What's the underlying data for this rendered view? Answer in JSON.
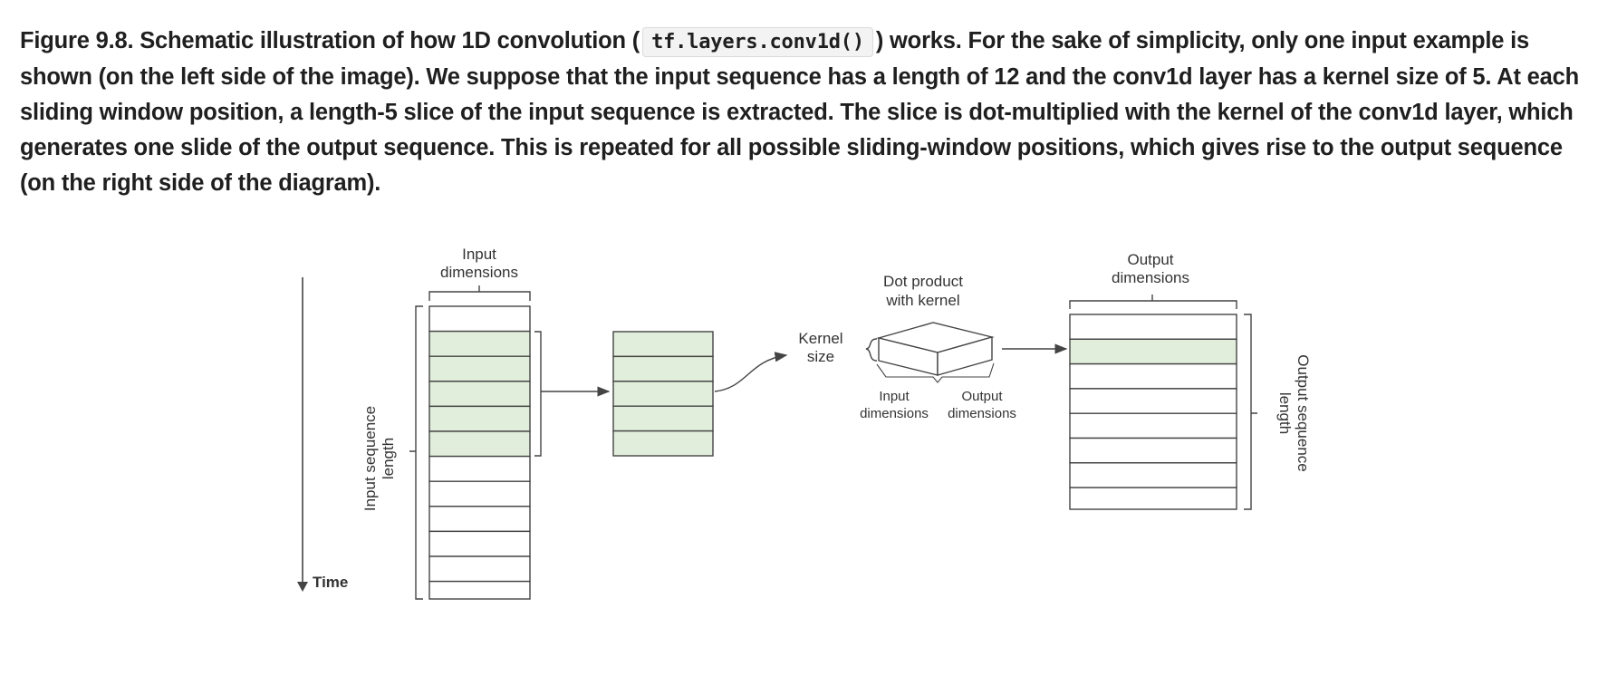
{
  "caption": {
    "prefix": "Figure 9.8. Schematic illustration of how 1D convolution (",
    "code": "tf.layers.conv1d()",
    "suffix": ") works. For the sake of simplicity, only one input example is shown (on the left side of the image). We suppose that the input sequence has a length of 12 and the conv1d layer has a kernel size of 5. At each sliding window position, a length-5 slice of the input sequence is extracted. The slice is dot-multiplied with the kernel of the conv1d layer, which generates one slide of the output sequence. This is repeated for all possible sliding-window positions, which gives rise to the output sequence (on the right side of the diagram)."
  },
  "diagram": {
    "time_label": "Time",
    "input_dimensions_line1": "Input",
    "input_dimensions_line2": "dimensions",
    "input_seq_len_line1": "Input sequence",
    "input_seq_len_line2": "length",
    "kernel_size_line1": "Kernel",
    "kernel_size_line2": "size",
    "dot_product_line1": "Dot product",
    "dot_product_line2": "with kernel",
    "kernel_input_dim_line1": "Input",
    "kernel_input_dim_line2": "dimensions",
    "kernel_output_dim_line1": "Output",
    "kernel_output_dim_line2": "dimensions",
    "output_dimensions_line1": "Output",
    "output_dimensions_line2": "dimensions",
    "output_seq_len_line1": "Output sequence",
    "output_seq_len_line2": "length",
    "colors": {
      "highlight": "#e2eedc",
      "stroke": "#444444"
    }
  }
}
